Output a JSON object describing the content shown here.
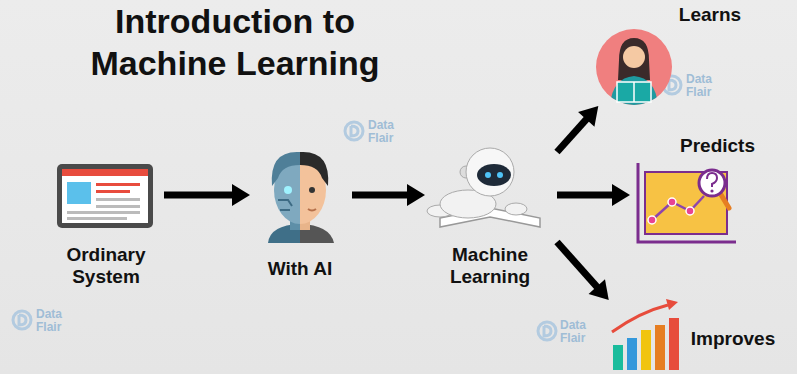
{
  "diagram": {
    "title": "Introduction to Machine Learning",
    "nodes": [
      {
        "text": [
          "Ordinary System"
        ]
      },
      {
        "text": [
          "With AI"
        ]
      },
      {
        "text": [
          "Machine Learning"
        ]
      },
      {
        "text": [
          "Learns"
        ]
      },
      {
        "text": [
          "Predicts"
        ]
      },
      {
        "text": [
          "Improves"
        ]
      }
    ],
    "edges": [
      {
        "from": 0,
        "to": 1,
        "arrow": "to"
      },
      {
        "from": 1,
        "to": 2,
        "arrow": "to"
      },
      {
        "from": 2,
        "to": 3,
        "arrow": "to"
      },
      {
        "from": 2,
        "to": 4,
        "arrow": "to"
      },
      {
        "from": 2,
        "to": 5,
        "arrow": "to"
      }
    ],
    "labels": [
      "Data Flair",
      "Data Flair",
      "Data Flair",
      "Data Flair"
    ]
  }
}
